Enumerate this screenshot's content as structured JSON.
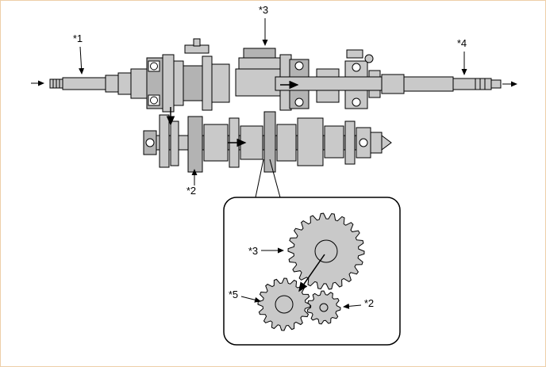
{
  "figure": {
    "callouts": {
      "c1": "*1",
      "c2": "*2",
      "c3": "*3",
      "c4": "*4"
    },
    "inset_callouts": {
      "c3": "*3",
      "c5": "*5",
      "c2": "*2"
    }
  },
  "colors": {
    "part_fill": "#c9c9c9",
    "part_fill_dark": "#b3b3b3",
    "outline": "#000000",
    "label_color": "#000000",
    "page_border": "#eecfa8",
    "background": "#ffffff"
  }
}
